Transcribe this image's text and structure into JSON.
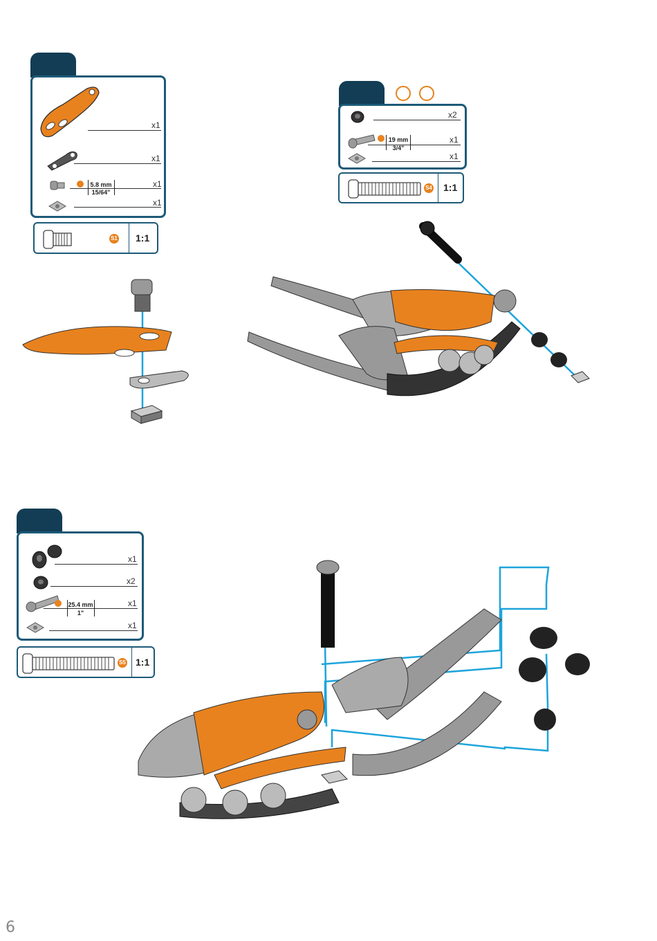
{
  "step1": {
    "parts": [
      {
        "name": "orange-curved-plate",
        "qty": "x1"
      },
      {
        "name": "grey-bracket",
        "qty": "x1"
      },
      {
        "name": "short-screw",
        "qty": "x1",
        "measure_mm": "5.8 mm",
        "measure_in": "15/64\""
      },
      {
        "name": "square-nut",
        "qty": "x1"
      }
    ],
    "scale": {
      "badge": "S1",
      "ratio": "1:1"
    }
  },
  "step2": {
    "parts": [
      {
        "name": "spacer",
        "qty": "x2"
      },
      {
        "name": "medium-screw",
        "qty": "x1",
        "measure_mm": "19 mm",
        "measure_in": "3/4\""
      },
      {
        "name": "square-nut",
        "qty": "x1"
      }
    ],
    "scale": {
      "badge": "S4",
      "ratio": "1:1"
    }
  },
  "step3": {
    "parts": [
      {
        "name": "axle-clamp",
        "qty": "x1"
      },
      {
        "name": "spacer",
        "qty": "x2"
      },
      {
        "name": "long-screw",
        "qty": "x1",
        "measure_mm": "25.4 mm",
        "measure_in": "1\""
      },
      {
        "name": "square-nut",
        "qty": "x1"
      }
    ],
    "scale": {
      "badge": "S5",
      "ratio": "1:1"
    }
  },
  "page": {
    "number": "6"
  },
  "colors": {
    "accent": "#e8821e",
    "panel": "#1d5a78",
    "tab": "#123d55",
    "guide": "#1ea4dc"
  }
}
